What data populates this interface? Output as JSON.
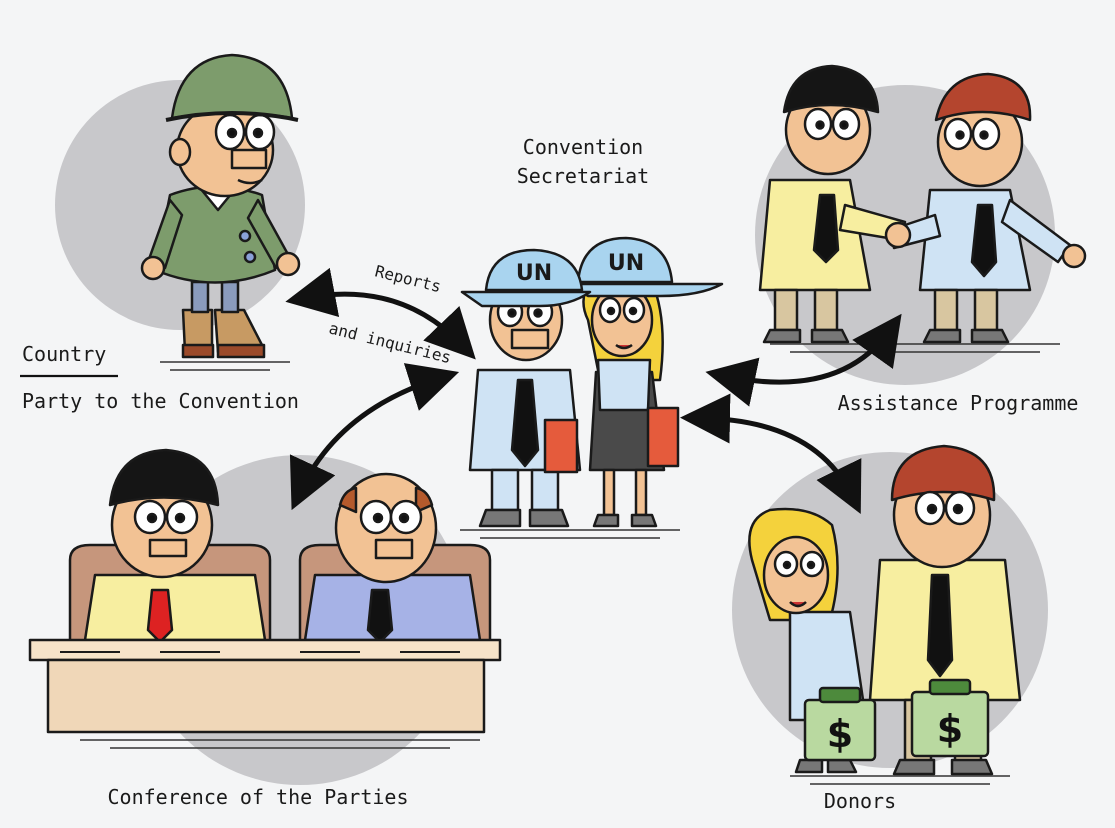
{
  "labels": {
    "country": "Country",
    "party": "Party to the Convention",
    "secretariat_line1": "Convention",
    "secretariat_line2": "Secretariat",
    "reports": "Reports",
    "inquiries": "and inquiries",
    "assistance": "Assistance Programme",
    "conference": "Conference of the Parties",
    "donors": "Donors"
  },
  "hats": {
    "left": "UN",
    "right": "UN"
  },
  "bags": {
    "left": "$",
    "right": "$"
  },
  "colors": {
    "circle": "#c8c8cb",
    "background": "#f4f5f6",
    "shirt_blue": "#cfe3f4",
    "shirt_yellow": "#f7eea0",
    "jacket_green": "#7d9c6c",
    "table": "#f0d7b8",
    "arrow": "#111111"
  }
}
